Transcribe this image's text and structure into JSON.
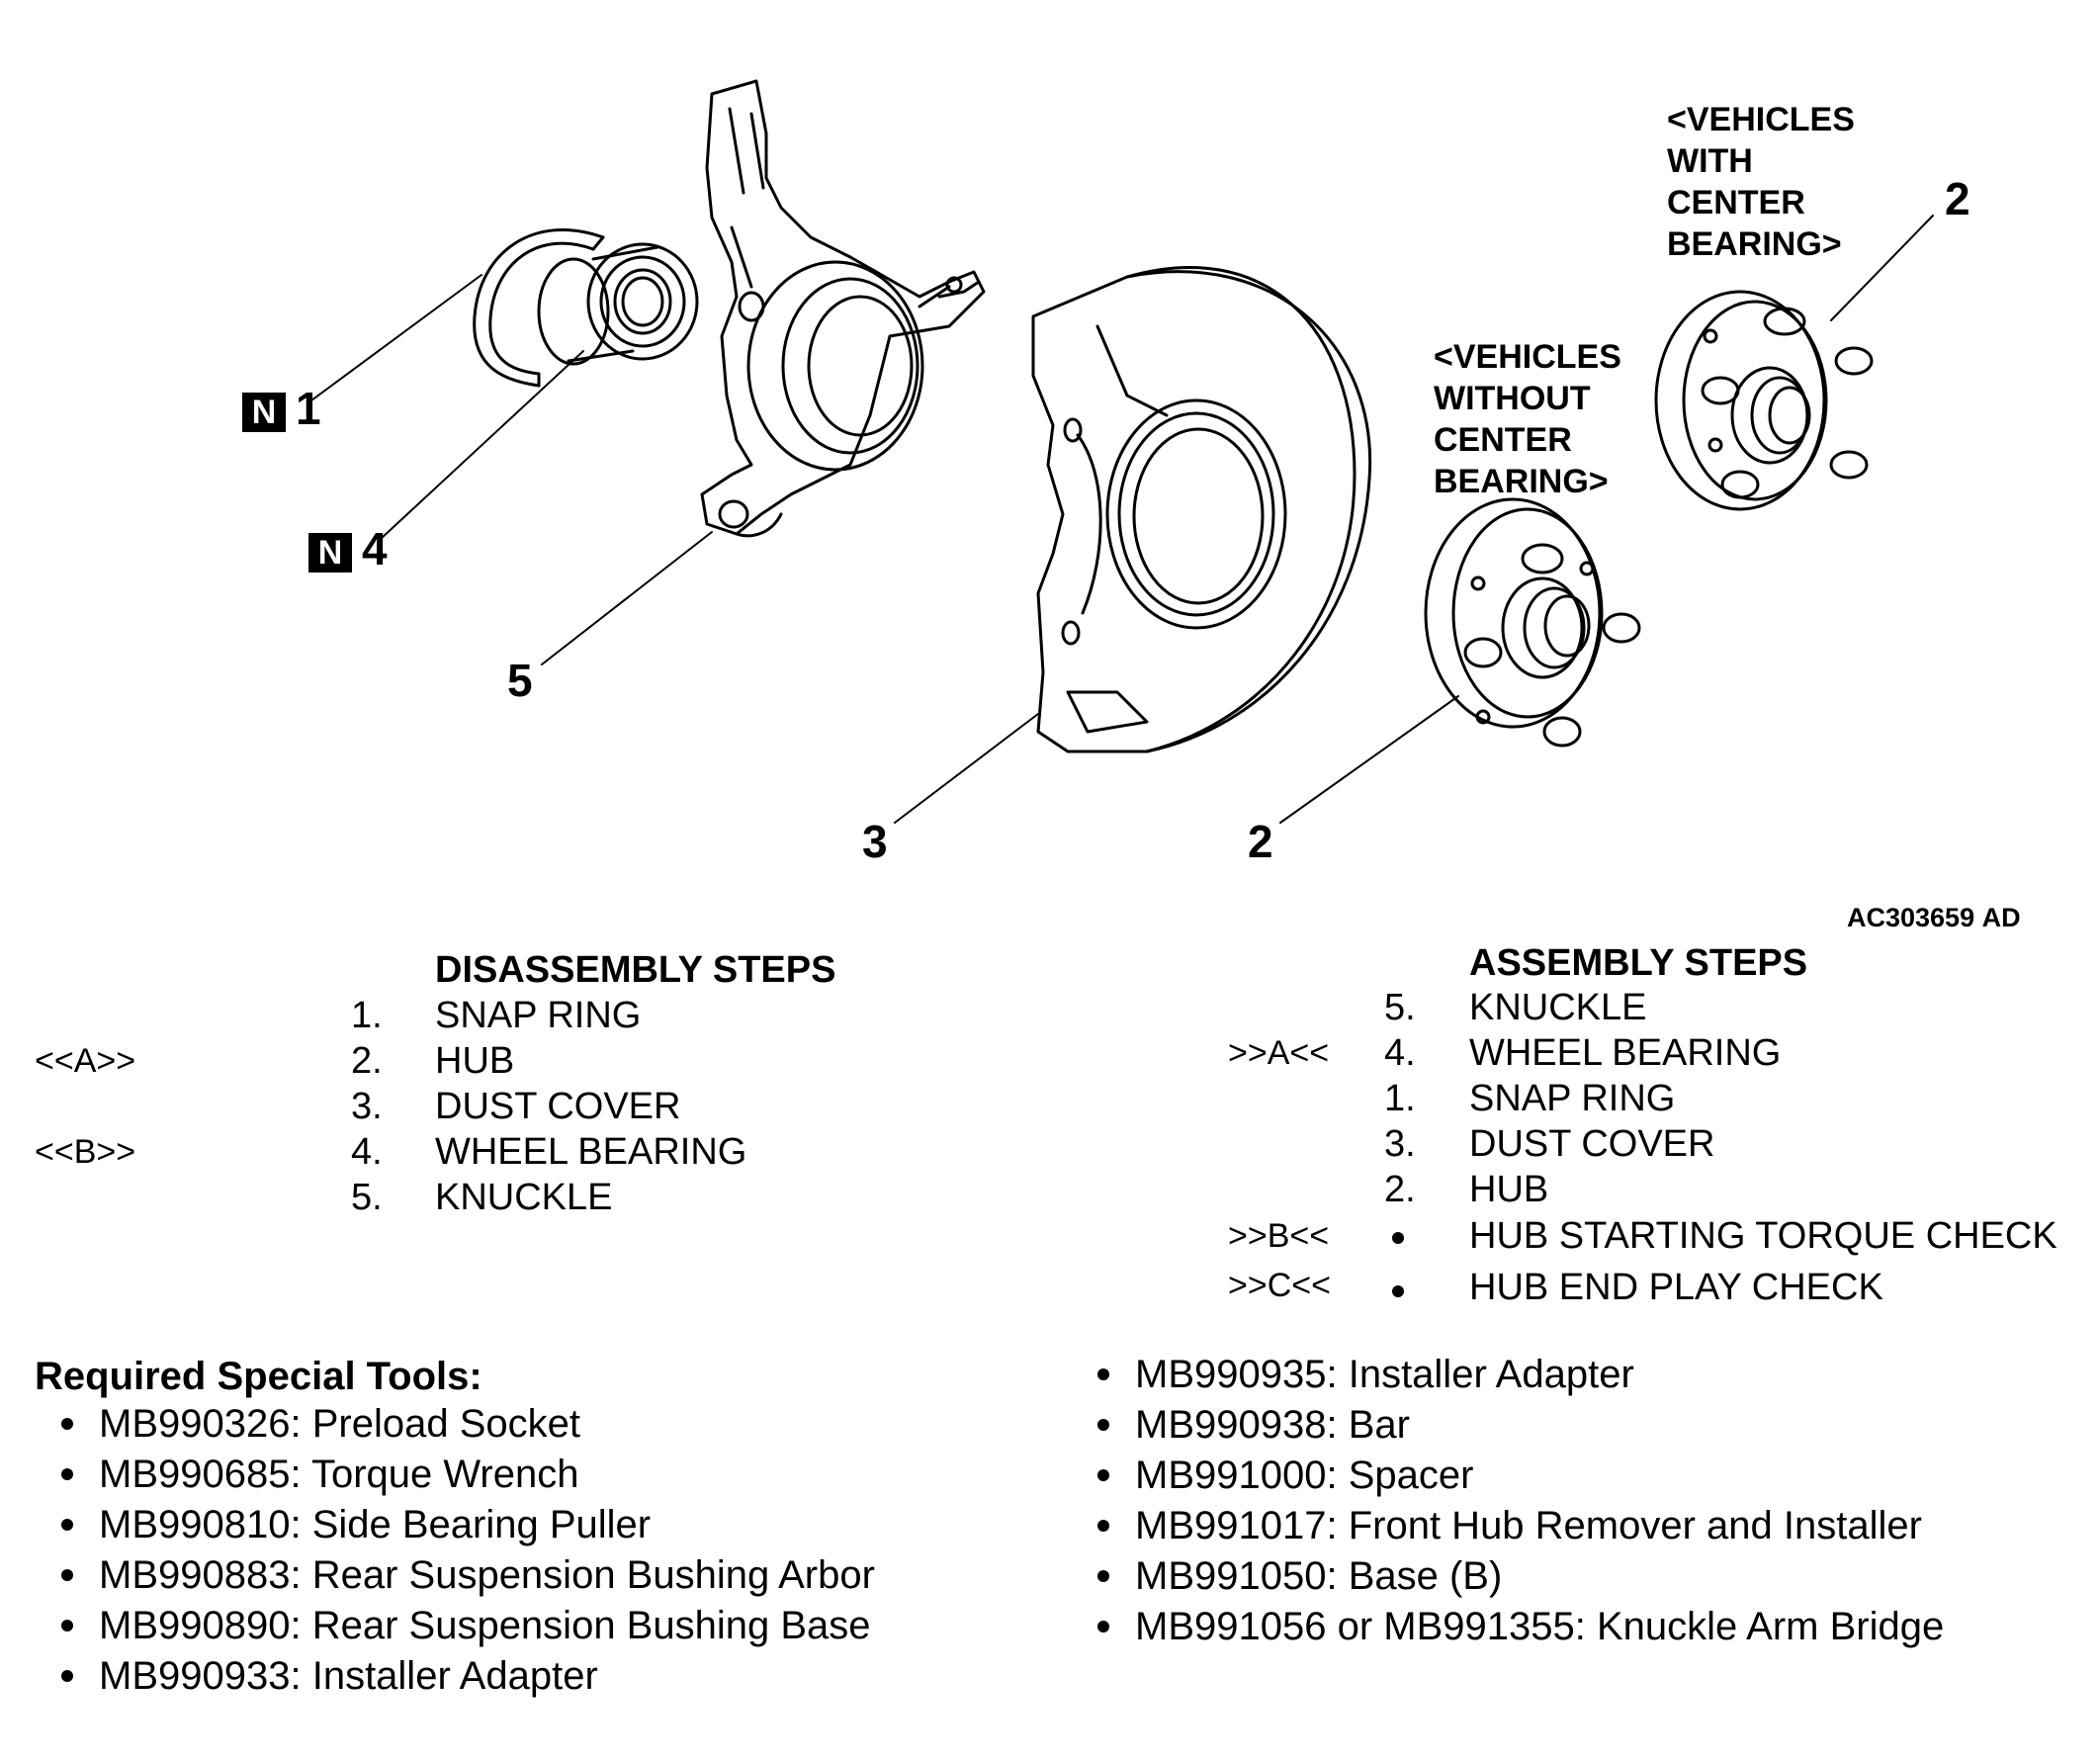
{
  "figure": {
    "callouts": {
      "c1": "1",
      "c4": "4",
      "c5": "5",
      "c3": "3",
      "c2_lower": "2",
      "c2_upper": "2",
      "n_tag": "N"
    },
    "note_without": [
      "<VEHICLES",
      "WITHOUT",
      "CENTER",
      "BEARING>"
    ],
    "note_with": [
      "<VEHICLES",
      "WITH",
      "CENTER",
      "BEARING>"
    ],
    "figure_code": "AC303659",
    "figure_suffix": "AD"
  },
  "disassembly": {
    "title": "DISASSEMBLY STEPS",
    "steps": [
      {
        "mark": "",
        "num": "1.",
        "label": "SNAP RING"
      },
      {
        "mark": "<<A>>",
        "num": "2.",
        "label": "HUB"
      },
      {
        "mark": "",
        "num": "3.",
        "label": "DUST COVER"
      },
      {
        "mark": "<<B>>",
        "num": "4.",
        "label": "WHEEL BEARING"
      },
      {
        "mark": "",
        "num": "5.",
        "label": "KNUCKLE"
      }
    ]
  },
  "assembly": {
    "title": "ASSEMBLY STEPS",
    "steps": [
      {
        "mark": "",
        "num": "5.",
        "label": "KNUCKLE"
      },
      {
        "mark": ">>A<<",
        "num": "4.",
        "label": "WHEEL BEARING"
      },
      {
        "mark": "",
        "num": "1.",
        "label": "SNAP RING"
      },
      {
        "mark": "",
        "num": "3.",
        "label": "DUST COVER"
      },
      {
        "mark": "",
        "num": "2.",
        "label": "HUB"
      },
      {
        "mark": ">>B<<",
        "num": "",
        "label": "HUB STARTING TORQUE CHECK"
      },
      {
        "mark": ">>C<<",
        "num": "",
        "label": "HUB END PLAY CHECK"
      }
    ]
  },
  "tools": {
    "title": "Required Special Tools:",
    "left": [
      "MB990326: Preload Socket",
      "MB990685: Torque Wrench",
      "MB990810: Side Bearing Puller",
      "MB990883: Rear Suspension Bushing Arbor",
      "MB990890: Rear Suspension Bushing Base",
      "MB990933: Installer Adapter"
    ],
    "right": [
      "MB990935: Installer Adapter",
      "MB990938: Bar",
      "MB991000: Spacer",
      "MB991017: Front Hub Remover and Installer",
      "MB991050: Base (B)",
      "MB991056 or MB991355: Knuckle Arm Bridge"
    ]
  }
}
